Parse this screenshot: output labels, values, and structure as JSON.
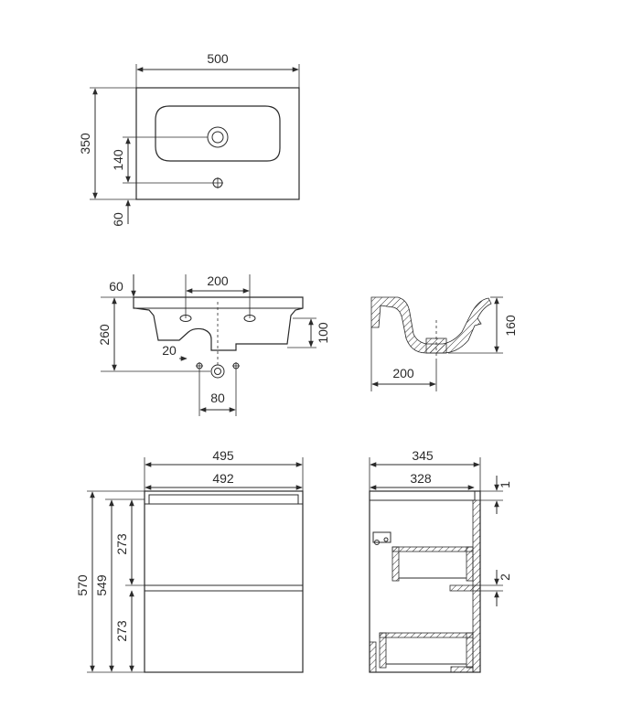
{
  "top_view": {
    "width": "500",
    "depth": "350",
    "tap_offset": "140",
    "overflow_offset": "60"
  },
  "front_basin": {
    "edge_offset": "60",
    "fixing_spacing": "200",
    "height": "260",
    "bowl_depth": "100",
    "drain_offset": "20",
    "drain_spacing": "80"
  },
  "side_section": {
    "height": "160",
    "depth": "200"
  },
  "cabinet_front": {
    "width_outer": "495",
    "width_inner": "492",
    "total_height": "570",
    "body_height": "549",
    "drawer_upper": "273",
    "drawer_lower": "273"
  },
  "cabinet_side": {
    "depth_outer": "345",
    "depth_inner": "328",
    "gap_top": "1",
    "gap_mid": "2"
  }
}
